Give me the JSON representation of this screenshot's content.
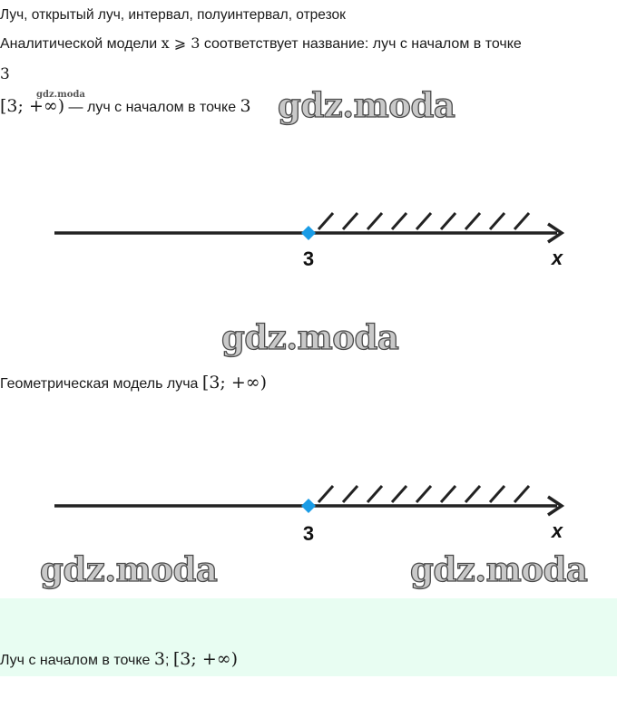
{
  "title": "Луч, открытый луч, интервал, полуинтервал, отрезок",
  "analytic": {
    "text_before": "Аналитической модели ",
    "math": "x ⩾ 3",
    "text_after": " соответствует название: луч с началом в точке",
    "point_line": "3"
  },
  "line4": {
    "interval": "[3; +∞)",
    "small_watermark": "gdz.moda",
    "text": " — луч с началом в точке ",
    "point": "3"
  },
  "watermark": "gdz.moda",
  "diagram": {
    "point_label": "3",
    "axis_label": "x",
    "point_color": "#1a9ce6",
    "line_color": "#222222"
  },
  "geometric": {
    "text": "Геометрическая модель луча ",
    "math": "[3; +∞)"
  },
  "answer": {
    "text": "Луч с началом в точке ",
    "point": "3",
    "separator": "; ",
    "math": "[3; +∞)",
    "background": "#e8fdf2"
  }
}
